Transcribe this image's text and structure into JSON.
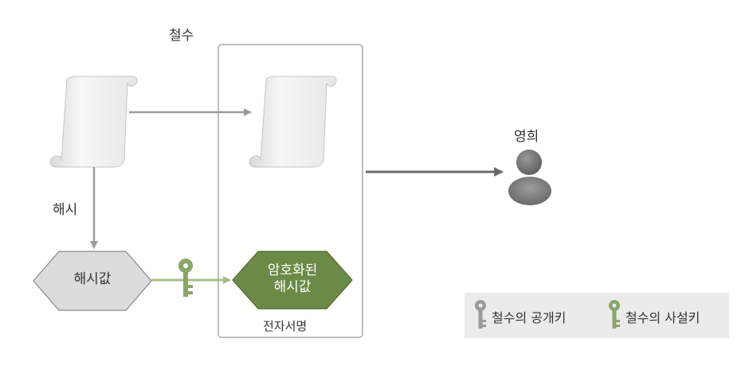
{
  "sender": {
    "name": "철수"
  },
  "receiver": {
    "name": "영희"
  },
  "steps": {
    "hash_label": "해시",
    "hash_value": "해시값",
    "encrypted_hash_line1": "암호화된",
    "encrypted_hash_line2": "해시값",
    "signature_label": "전자서명"
  },
  "legend": {
    "public_key": "철수의 공개키",
    "private_key": "철수의 사설키"
  },
  "colors": {
    "gray_arrow": "#9a9a9a",
    "dark_arrow": "#6b6b6b",
    "green_arrow": "#a8bc8e",
    "green_fill": "#6a8a45",
    "gray_fill": "#dcdcdc",
    "box_border": "#aaaaaa",
    "legend_bg": "#ebebeb"
  },
  "icons": {
    "document": "scroll-document-icon",
    "key": "key-icon",
    "person": "person-icon"
  }
}
